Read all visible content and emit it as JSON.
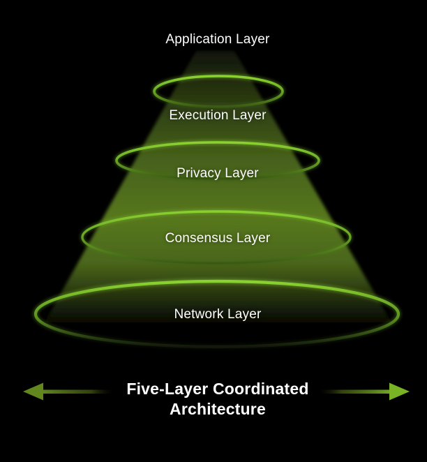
{
  "layers": [
    {
      "id": "application",
      "label": "Application Layer"
    },
    {
      "id": "execution",
      "label": "Execution Layer"
    },
    {
      "id": "privacy",
      "label": "Privacy Layer"
    },
    {
      "id": "consensus",
      "label": "Consensus Layer"
    },
    {
      "id": "network",
      "label": "Network Layer"
    }
  ],
  "caption": {
    "line1": "Five-Layer Coordinated",
    "line2": "Architecture"
  },
  "colors": {
    "background": "#000000",
    "ring_green_bright": "#8ad231",
    "ring_green_dark": "#3a5a12",
    "beam_green_peak": "#55751f",
    "beam_green_dark": "#141a08",
    "arrow_green": "#6b9a22",
    "label_text": "#ffffff"
  }
}
